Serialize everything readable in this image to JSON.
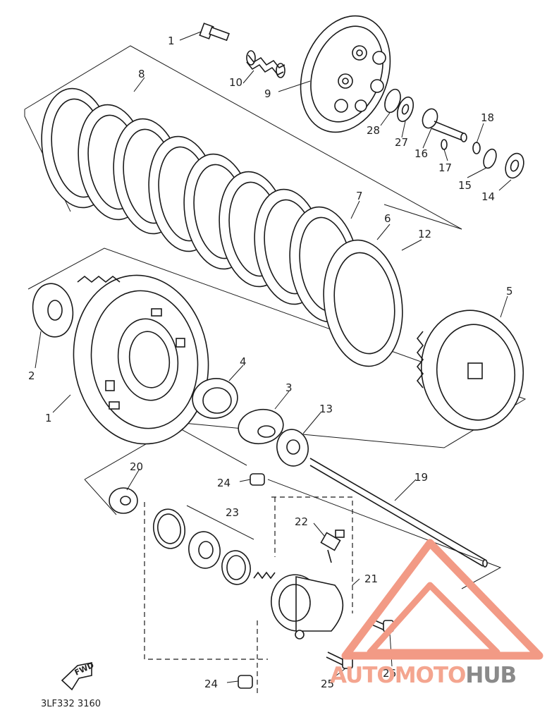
{
  "diagram": {
    "part_numbers": [
      "1",
      "10",
      "9",
      "8",
      "18",
      "28",
      "27",
      "16",
      "17",
      "15",
      "14",
      "7",
      "6",
      "12",
      "5",
      "2",
      "1",
      "4",
      "3",
      "13",
      "20",
      "24",
      "19",
      "23",
      "22",
      "21",
      "26",
      "24",
      "25"
    ],
    "fwd_label": "FWD",
    "document_code": "3LF332 3160"
  },
  "watermark": {
    "part1": "AUTOMOTO",
    "part2": "HUB",
    "colors": {
      "triangle": "#f29a85",
      "part1": "#f4a58f",
      "part2": "#8a8a8a"
    }
  }
}
